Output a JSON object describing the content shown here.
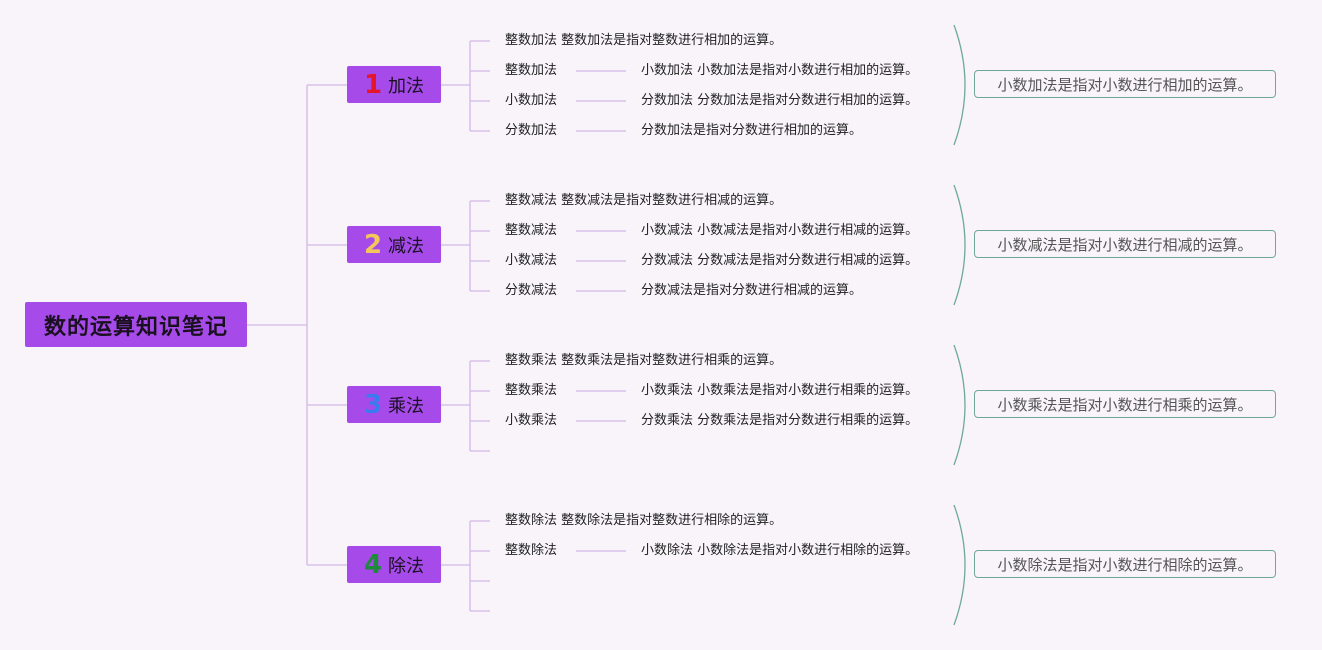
{
  "title": "数的运算知识笔记",
  "colors": {
    "node_fill": "#a64bea",
    "line": "#d3b8e6",
    "bracket": "#6fa996",
    "num1": "#e5152a",
    "num2": "#f3c75a",
    "num3": "#3a7bf0",
    "num4": "#1f8a3c"
  },
  "branches": [
    {
      "num": "1",
      "label": "加法",
      "top_leaf": "整数加法 整数加法是指对整数进行相加的运算。",
      "rows": [
        {
          "left": "整数加法",
          "right": "小数加法 小数加法是指对小数进行相加的运算。"
        },
        {
          "left": "小数加法",
          "right": "分数加法 分数加法是指对分数进行相加的运算。"
        },
        {
          "left": "分数加法",
          "right": "分数加法是指对分数进行相加的运算。"
        }
      ],
      "summary": "小数加法是指对小数进行相加的运算。"
    },
    {
      "num": "2",
      "label": "减法",
      "top_leaf": "整数减法 整数减法是指对整数进行相减的运算。",
      "rows": [
        {
          "left": "整数减法",
          "right": "小数减法 小数减法是指对小数进行相减的运算。"
        },
        {
          "left": "小数减法",
          "right": "分数减法 分数减法是指对分数进行相减的运算。"
        },
        {
          "left": "分数减法",
          "right": "分数减法是指对分数进行相减的运算。"
        }
      ],
      "summary": "小数减法是指对小数进行相减的运算。"
    },
    {
      "num": "3",
      "label": "乘法",
      "top_leaf": "整数乘法 整数乘法是指对整数进行相乘的运算。",
      "rows": [
        {
          "left": "整数乘法",
          "right": "小数乘法 小数乘法是指对小数进行相乘的运算。"
        },
        {
          "left": "小数乘法",
          "right": "分数乘法 分数乘法是指对分数进行相乘的运算。"
        },
        {
          "left": "",
          "right": ""
        }
      ],
      "summary": "小数乘法是指对小数进行相乘的运算。"
    },
    {
      "num": "4",
      "label": "除法",
      "top_leaf": "整数除法 整数除法是指对整数进行相除的运算。",
      "rows": [
        {
          "left": "整数除法",
          "right": "小数除法 小数除法是指对小数进行相除的运算。"
        },
        {
          "left": "",
          "right": ""
        },
        {
          "left": "",
          "right": ""
        }
      ],
      "summary": "小数除法是指对小数进行相除的运算。"
    }
  ]
}
